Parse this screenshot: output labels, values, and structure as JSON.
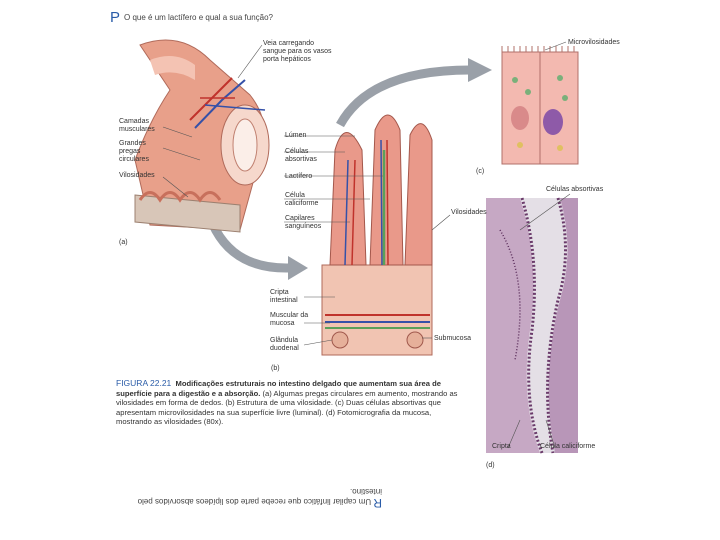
{
  "header": {
    "letter": "P",
    "question": "O que é um lactífero e qual a sua função?"
  },
  "labels_a": {
    "veia": "Veia carregando sangue para os vasos porta hepáticos",
    "camadas": "Camadas musculares",
    "pregas": "Grandes pregas circulares",
    "vilosidades": "Vilosidades",
    "panel": "(a)"
  },
  "labels_b": {
    "lumen": "Lúmen",
    "celulas_abs": "Células absortivas",
    "lactifero": "Lactífero",
    "caliciforme": "Célula caliciforme",
    "capilares": "Capilares sanguíneos",
    "vilosidades": "Vilosidades",
    "cripta": "Cripta intestinal",
    "muscular": "Muscular da mucosa",
    "glandula": "Glândula duodenal",
    "submucosa": "Submucosa",
    "panel": "(b)"
  },
  "labels_c": {
    "microvilosidades": "Microvilosidades",
    "panel": "(c)"
  },
  "labels_d": {
    "celulas_abs": "Células absortivas",
    "cripta": "Cripta",
    "caliciforme": "Célula caliciforme",
    "panel": "(d)"
  },
  "caption": {
    "fig": "FIGURA 22.21",
    "title": "Modificações estruturais no intestino delgado que aumentam sua área de superfície para a digestão e a absorção.",
    "body": "(a) Algumas pregas circulares em aumento, mostrando as vilosidades em forma de dedos. (b) Estrutura de uma vilosidade. (c) Duas células absortivas que apresentam microvilosidades na sua superfície livre (luminal). (d) Fotomicrografia da mucosa, mostrando as vilosidades (80x)."
  },
  "answer": {
    "letter": "R",
    "text": "Um capilar linfático que recebe parte dos lipídeos absorvidos pelo intestino."
  },
  "colors": {
    "accent": "#2a5ca8",
    "tissue": "#e8a08a",
    "vessel_red": "#c0332c",
    "vessel_blue": "#3551a8"
  }
}
